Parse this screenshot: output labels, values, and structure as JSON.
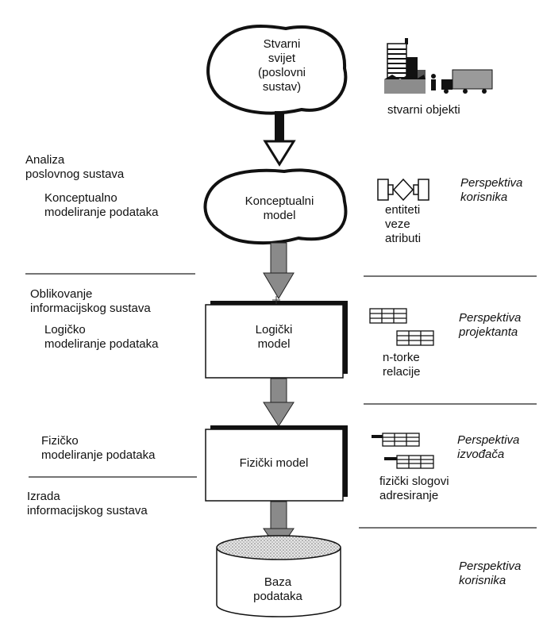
{
  "shapes": {
    "real_world": {
      "lines": [
        "Stvarni",
        "svijet",
        "(poslovni",
        "sustav)"
      ]
    },
    "conceptual": {
      "lines": [
        "Konceptualni",
        "model"
      ]
    },
    "logical": {
      "lines": [
        "Logički",
        "model"
      ]
    },
    "physical": {
      "lines": [
        "Fizički model"
      ]
    },
    "database": {
      "lines": [
        "Baza",
        "podataka"
      ]
    }
  },
  "left_labels": {
    "analysis": {
      "lines": [
        "Analiza",
        "poslovnog sustava"
      ]
    },
    "conceptual_modeling": {
      "lines": [
        "Konceptualno",
        "modeliranje podataka"
      ]
    },
    "design": {
      "lines": [
        "Oblikovanje",
        "informacijskog sustava"
      ]
    },
    "logical_modeling": {
      "lines": [
        "Logičko",
        "modeliranje podataka"
      ]
    },
    "physical_modeling": {
      "lines": [
        "Fizičko",
        "modeliranje podataka"
      ]
    },
    "build": {
      "lines": [
        "Izrada",
        "informacijskog sustava"
      ]
    }
  },
  "icon_captions": {
    "real_objects": {
      "lines": [
        "stvarni objekti"
      ]
    },
    "er": {
      "lines": [
        "entiteti",
        "veze",
        "atributi"
      ]
    },
    "tuples": {
      "lines": [
        "n-torke",
        "relacije"
      ]
    },
    "records": {
      "lines": [
        "fizički slogovi",
        "adresiranje"
      ]
    }
  },
  "perspectives": {
    "user_1": {
      "lines": [
        "Perspektiva",
        "korisnika"
      ]
    },
    "designer": {
      "lines": [
        "Perspektiva",
        "projektanta"
      ]
    },
    "implementer": {
      "lines": [
        "Perspektiva",
        "izvođača"
      ]
    },
    "user_2": {
      "lines": [
        "Perspektiva",
        "korisnika"
      ]
    }
  },
  "icons": [
    "buildings-icon",
    "person-icon",
    "truck-icon",
    "entity-relationship-icon",
    "table-icon",
    "record-icon",
    "crosshair-icon"
  ]
}
